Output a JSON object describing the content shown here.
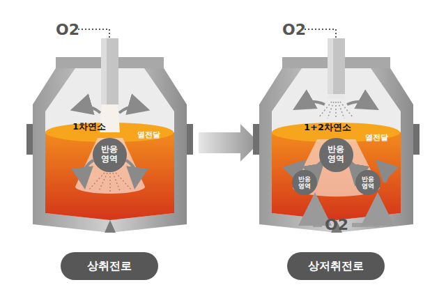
{
  "diagram": {
    "nodes": [
      {
        "text": [
          "반응 영역"
        ]
      },
      {
        "text": [
          "반응 영역"
        ]
      },
      {
        "text": [
          "반응 영역"
        ]
      },
      {
        "text": [
          "반응 영역"
        ]
      },
      {
        "text": [
          "상취전로"
        ]
      },
      {
        "text": [
          "상저취전로"
        ]
      }
    ],
    "labels": [
      "O2",
      "1차연소",
      "열전달",
      "O2",
      "1+2차연소",
      "열전달",
      "O2"
    ]
  }
}
